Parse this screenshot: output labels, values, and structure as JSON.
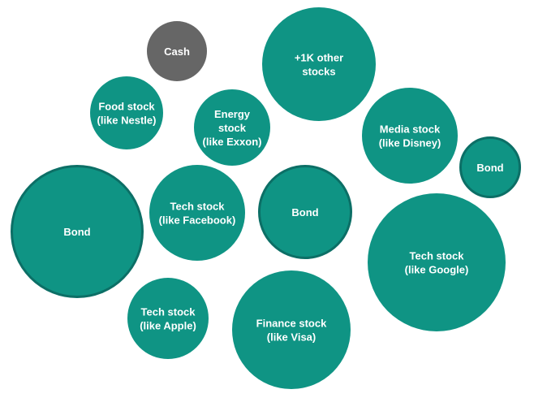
{
  "colors": {
    "teal": "#0f9484",
    "teal_border": "#0c6f66",
    "cash": "#666666"
  },
  "bubbles": [
    {
      "id": "cash",
      "lines": [
        "Cash"
      ],
      "kind": "cash"
    },
    {
      "id": "other-stocks",
      "lines": [
        "+1K other",
        "stocks"
      ],
      "kind": "stock"
    },
    {
      "id": "food-stock",
      "lines": [
        "Food stock",
        "(like Nestle)"
      ],
      "kind": "stock"
    },
    {
      "id": "energy-stock",
      "lines": [
        "Energy",
        "stock",
        "(like Exxon)"
      ],
      "kind": "stock"
    },
    {
      "id": "media-stock",
      "lines": [
        "Media stock",
        "(like Disney)"
      ],
      "kind": "stock"
    },
    {
      "id": "bond-small",
      "lines": [
        "Bond"
      ],
      "kind": "bond"
    },
    {
      "id": "bond-large",
      "lines": [
        "Bond"
      ],
      "kind": "bond"
    },
    {
      "id": "tech-facebook",
      "lines": [
        "Tech stock",
        "(like Facebook)"
      ],
      "kind": "stock"
    },
    {
      "id": "bond-medium",
      "lines": [
        "Bond"
      ],
      "kind": "bond"
    },
    {
      "id": "tech-google",
      "lines": [
        "Tech stock",
        "(like Google)"
      ],
      "kind": "stock"
    },
    {
      "id": "tech-apple",
      "lines": [
        "Tech stock",
        "(like Apple)"
      ],
      "kind": "stock"
    },
    {
      "id": "finance-stock",
      "lines": [
        "Finance stock",
        "(like Visa)"
      ],
      "kind": "stock"
    }
  ]
}
